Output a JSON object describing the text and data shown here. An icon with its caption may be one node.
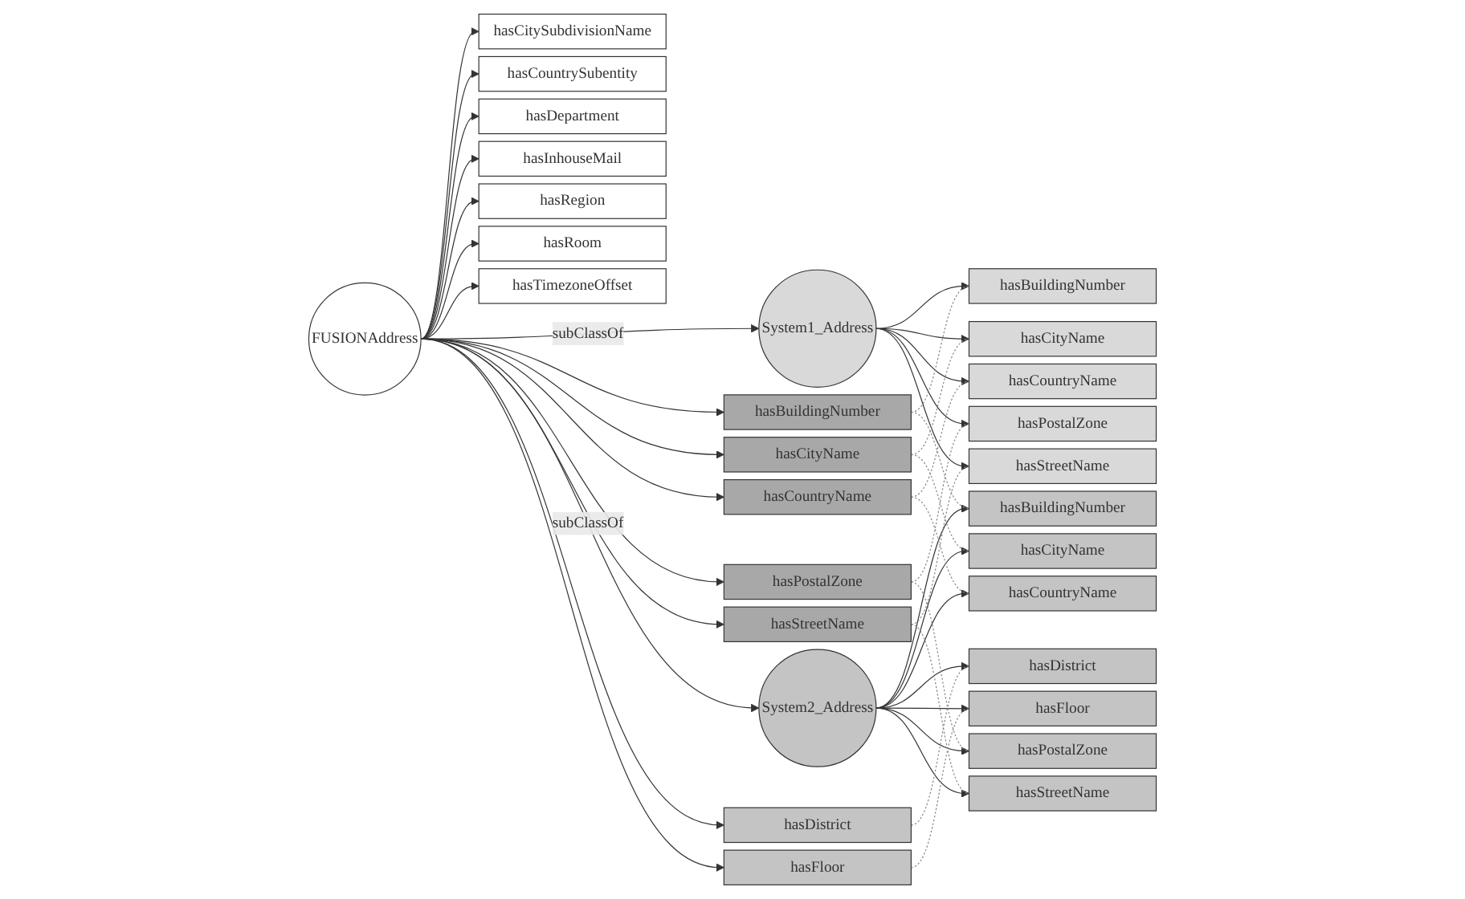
{
  "diagram": {
    "nodes": [
      {
        "text": [
          "FUSIONAddress"
        ]
      },
      {
        "text": [
          "System1_Address"
        ]
      },
      {
        "text": [
          "hasBuildingNumber"
        ]
      },
      {
        "text": [
          "hasCityName"
        ]
      },
      {
        "text": [
          "hasCountryName"
        ]
      },
      {
        "text": [
          "hasPostalZone"
        ]
      },
      {
        "text": [
          "hasStreetName"
        ]
      },
      {
        "text": [
          "hasBuildingNumber"
        ]
      },
      {
        "text": [
          "hasCitySubdivisionName"
        ]
      },
      {
        "text": [
          "hasCityName"
        ]
      },
      {
        "text": [
          "hasCountryName"
        ]
      },
      {
        "text": [
          "hasCountrySubentity"
        ]
      },
      {
        "text": [
          "hasDepartment"
        ]
      },
      {
        "text": [
          "hasDistrict"
        ]
      },
      {
        "text": [
          "hasFloor"
        ]
      },
      {
        "text": [
          "hasInhouseMail"
        ]
      },
      {
        "text": [
          "hasPostalZone"
        ]
      },
      {
        "text": [
          "hasRegion"
        ]
      },
      {
        "text": [
          "hasRoom"
        ]
      },
      {
        "text": [
          "hasStreetName"
        ]
      },
      {
        "text": [
          "hasTimezoneOffset"
        ]
      },
      {
        "text": [
          "System2_Address"
        ]
      },
      {
        "text": [
          "hasBuildingNumber"
        ]
      },
      {
        "text": [
          "hasCityName"
        ]
      },
      {
        "text": [
          "hasCountryName"
        ]
      },
      {
        "text": [
          "hasDistrict"
        ]
      },
      {
        "text": [
          "hasFloor"
        ]
      },
      {
        "text": [
          "hasPostalZone"
        ]
      },
      {
        "text": [
          "hasStreetName"
        ]
      }
    ],
    "edges": [
      {
        "from": 0,
        "to": 1,
        "arrow": "to",
        "label": "subClassOf"
      },
      {
        "from": 0,
        "to": 21,
        "arrow": "to",
        "label": "subClassOf"
      },
      {
        "from": 1,
        "to": 2,
        "arrow": "to"
      },
      {
        "from": 1,
        "to": 3,
        "arrow": "to"
      },
      {
        "from": 1,
        "to": 4,
        "arrow": "to"
      },
      {
        "from": 1,
        "to": 5,
        "arrow": "to"
      },
      {
        "from": 1,
        "to": 6,
        "arrow": "to"
      },
      {
        "from": 0,
        "to": 7,
        "arrow": "to"
      },
      {
        "from": 0,
        "to": 8,
        "arrow": "to"
      },
      {
        "from": 0,
        "to": 9,
        "arrow": "to"
      },
      {
        "from": 0,
        "to": 10,
        "arrow": "to"
      },
      {
        "from": 0,
        "to": 11,
        "arrow": "to"
      },
      {
        "from": 0,
        "to": 12,
        "arrow": "to"
      },
      {
        "from": 0,
        "to": 13,
        "arrow": "to"
      },
      {
        "from": 0,
        "to": 14,
        "arrow": "to"
      },
      {
        "from": 0,
        "to": 15,
        "arrow": "to"
      },
      {
        "from": 0,
        "to": 16,
        "arrow": "to"
      },
      {
        "from": 0,
        "to": 17,
        "arrow": "to"
      },
      {
        "from": 0,
        "to": 18,
        "arrow": "to"
      },
      {
        "from": 0,
        "to": 19,
        "arrow": "to"
      },
      {
        "from": 0,
        "to": 20,
        "arrow": "to"
      },
      {
        "from": 21,
        "to": 22,
        "arrow": "to"
      },
      {
        "from": 21,
        "to": 23,
        "arrow": "to"
      },
      {
        "from": 21,
        "to": 24,
        "arrow": "to"
      },
      {
        "from": 21,
        "to": 25,
        "arrow": "to"
      },
      {
        "from": 21,
        "to": 26,
        "arrow": "to"
      },
      {
        "from": 21,
        "to": 27,
        "arrow": "to"
      },
      {
        "from": 21,
        "to": 28,
        "arrow": "to"
      },
      {
        "from": 7,
        "to": 2,
        "arrow": "none",
        "style": "dashed",
        "color": "#888888"
      },
      {
        "from": 7,
        "to": 22,
        "arrow": "none",
        "style": "dashed",
        "color": "#888888"
      },
      {
        "from": 9,
        "to": 3,
        "arrow": "none",
        "style": "dashed",
        "color": "#888888"
      },
      {
        "from": 9,
        "to": 23,
        "arrow": "none",
        "style": "dashed",
        "color": "#888888"
      },
      {
        "from": 10,
        "to": 4,
        "arrow": "none",
        "style": "dashed",
        "color": "#888888"
      },
      {
        "from": 10,
        "to": 24,
        "arrow": "none",
        "style": "dashed",
        "color": "#888888"
      },
      {
        "from": 13,
        "to": 25,
        "arrow": "none",
        "style": "dashed",
        "color": "#888888"
      },
      {
        "from": 14,
        "to": 26,
        "arrow": "none",
        "style": "dashed",
        "color": "#888888"
      },
      {
        "from": 16,
        "to": 5,
        "arrow": "none",
        "style": "dashed",
        "color": "#888888"
      },
      {
        "from": 16,
        "to": 27,
        "arrow": "none",
        "style": "dashed",
        "color": "#888888"
      },
      {
        "from": 19,
        "to": 6,
        "arrow": "none",
        "style": "dashed",
        "color": "#888888"
      },
      {
        "from": 19,
        "to": 28,
        "arrow": "none",
        "style": "dashed",
        "color": "#888888"
      }
    ]
  }
}
